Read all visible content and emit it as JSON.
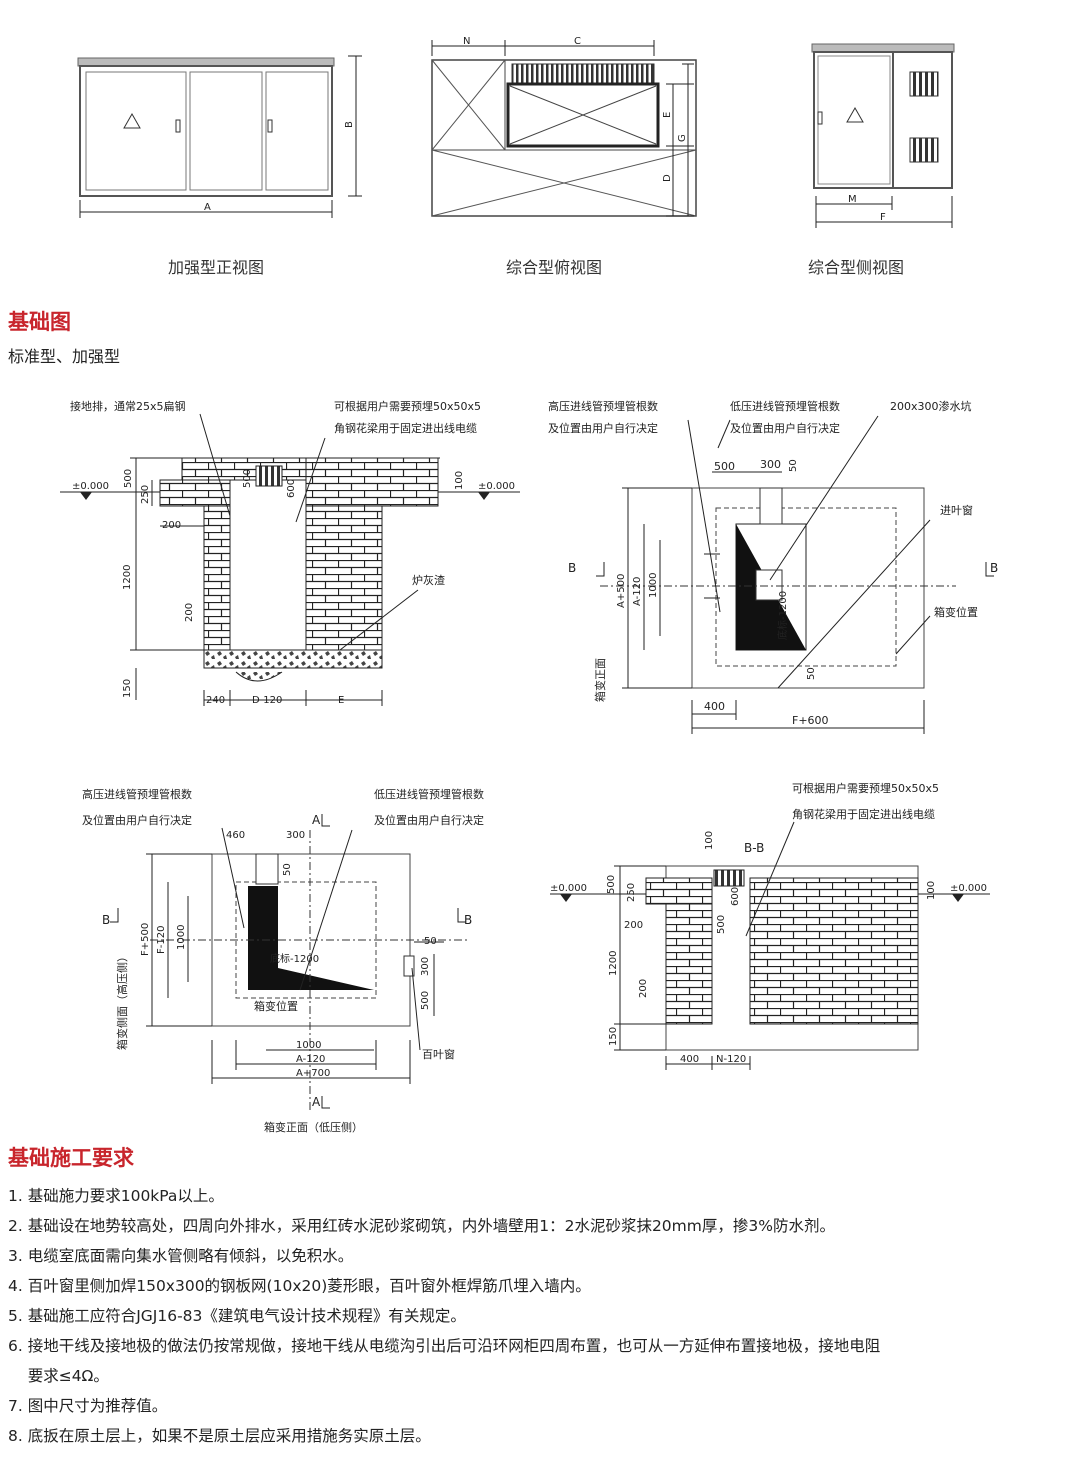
{
  "top": {
    "captions": [
      "加强型正视图",
      "综合型俯视图",
      "综合型侧视图"
    ],
    "front_labels": {
      "a": "A",
      "b": "B"
    },
    "top_labels": {
      "n": "N",
      "c": "C",
      "e": "E",
      "g": "G",
      "d": "D"
    },
    "side_labels": {
      "m": "M",
      "f": "F"
    }
  },
  "section1": {
    "title": "基础图",
    "subtitle": "标准型、加强型"
  },
  "d1": {
    "note_a": "接地排，通常25x5扁钢",
    "note_b1": "可根据用户需要预埋50x50x5",
    "note_b2": "角钢花梁用于固定进出线电缆",
    "level_l": "±0.000",
    "level_r": "±0.000",
    "d500a": "500",
    "d250": "250",
    "d200a": "200",
    "d500b": "500",
    "d600": "600",
    "d100": "100",
    "d1200": "1200",
    "d200b": "200",
    "d150": "150",
    "d240": "240",
    "dd120": "D-120",
    "de": "E",
    "ash": "炉灰渣"
  },
  "d2": {
    "note_a1": "高压进线管预埋管根数",
    "note_a2": "及位置由用户自行决定",
    "note_b1": "低压进线管预埋管根数",
    "note_b2": "及位置由用户自行决定",
    "note_c": "200x300渗水坑",
    "d500": "500",
    "d300": "300",
    "d50a": "50",
    "louver": "进叶窗",
    "b_left": "B",
    "b_right": "B",
    "da500": "A+500",
    "da120": "A-120",
    "d1000": "1000",
    "bottom_level": "底标-1200",
    "box_pos": "箱变位置",
    "d50b": "50",
    "front": "箱变正面",
    "d400": "400",
    "df600": "F+600"
  },
  "d3": {
    "note_a1": "高压进线管预埋管根数",
    "note_a2": "及位置由用户自行决定",
    "note_b1": "低压进线管预埋管根数",
    "note_b2": "及位置由用户自行决定",
    "a_top": "A",
    "a_bottom": "A",
    "b_left": "B",
    "b_right": "B",
    "d460": "460",
    "d300a": "300",
    "d50a": "50",
    "df500": "F+500",
    "df120": "F-120",
    "d1000v": "1000",
    "bottom_level": "底标-1200",
    "box_pos": "箱变位置",
    "d50b": "50",
    "d300b": "300",
    "d500": "500",
    "louver": "百叶窗",
    "d1000h": "1000",
    "da120": "A-120",
    "da700": "A+700",
    "side_view": "箱变侧面（高压侧）",
    "front_view": "箱变正面（低压侧）"
  },
  "d4": {
    "note_b1": "可根据用户需要预埋50x50x5",
    "note_b2": "角钢花梁用于固定进出线电缆",
    "section": "B-B",
    "level_l": "±0.000",
    "level_r": "±0.000",
    "d100a": "100",
    "d500a": "500",
    "d250": "250",
    "d200a": "200",
    "d600": "600",
    "d500b": "500",
    "d100b": "100",
    "d1200": "1200",
    "d200b": "200",
    "d150": "150",
    "d400": "400",
    "dn120": "N-120"
  },
  "section2": {
    "title": "基础施工要求",
    "items": [
      "1. 基础施力要求100kPa以上。",
      "2. 基础设在地势较高处，四周向外排水，采用红砖水泥砂浆砌筑，内外墙壁用1：2水泥砂浆抹20mm厚，掺3%防水剂。",
      "3. 电缆室底面需向集水管侧略有倾斜，以免积水。",
      "4. 百叶窗里侧加焊150x300的钢板网(10x20)菱形眼，百叶窗外框焊筋爪埋入墙内。",
      "5. 基础施工应符合JGJ16-83《建筑电气设计技术规程》有关规定。",
      "6. 接地干线及接地极的做法仍按常规做，接地干线从电缆沟引出后可沿环网柜四周布置，也可从一方延伸布置接地极，接地电阻",
      "    要求≤4Ω。",
      "7. 图中尺寸为推荐值。",
      "8. 底扳在原土层上，如果不是原土层应采用措施务实原土层。"
    ]
  }
}
